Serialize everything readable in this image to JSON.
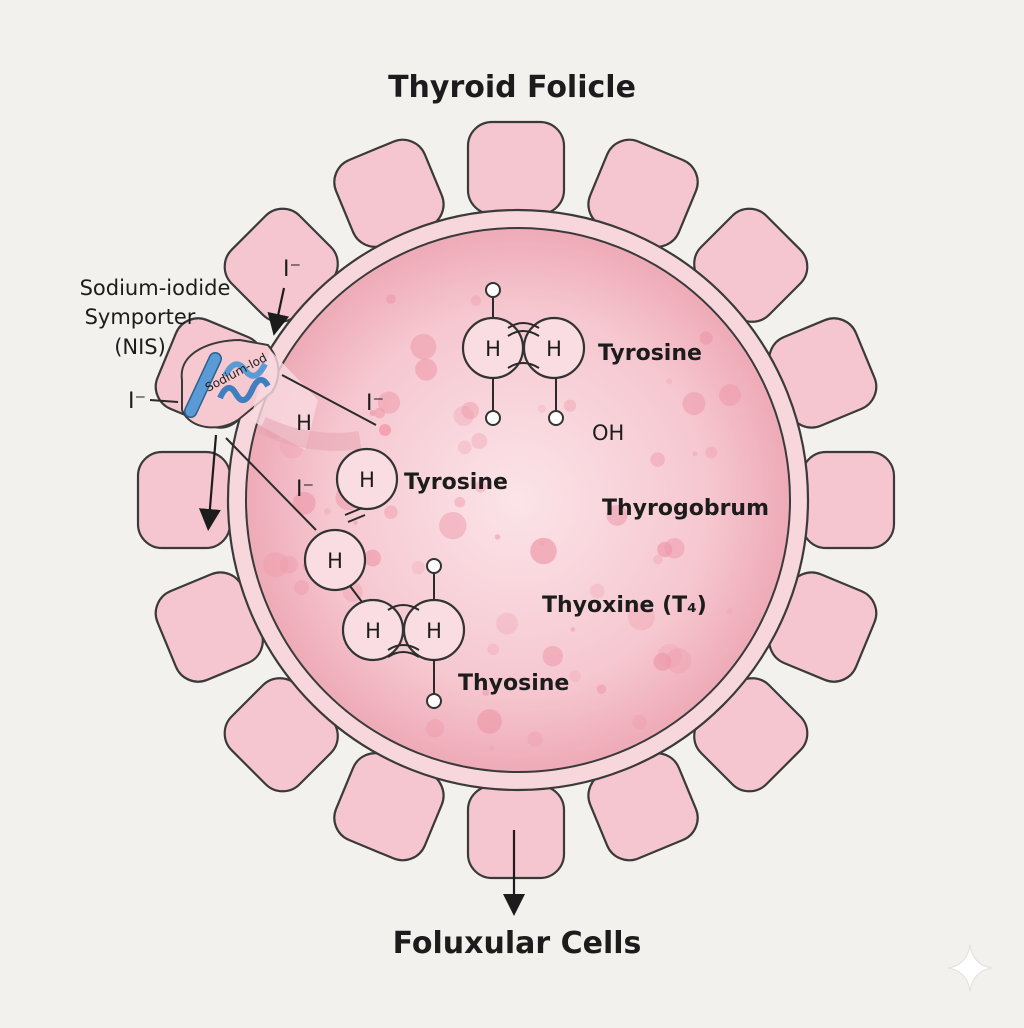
{
  "title": "Thyroid Folicle",
  "bottom_label": "Foluxular Cells",
  "nis_label": {
    "line1": "Sodium-iodide",
    "line2": "Symporter",
    "line3": "(NIS)"
  },
  "channel_text": "Sodium-lod",
  "iodide_symbol": "I⁻",
  "labels": {
    "tyrosine_top": "Tyrosine",
    "oh": "OH",
    "tyrosine_mid": "Tyrosine",
    "thyrogobrum": "Thyrogobrum",
    "thyoxine": "Thyoxine (T₄)",
    "thyosine": "Thyosine"
  },
  "atom_symbol": "H",
  "colors": {
    "background": "#f3f1ee",
    "cell_fill": "#f5c6cf",
    "colloid": "#f4b9c3",
    "channel_blue": "#5b9bd5"
  },
  "icons": [
    "sparkle-icon"
  ]
}
